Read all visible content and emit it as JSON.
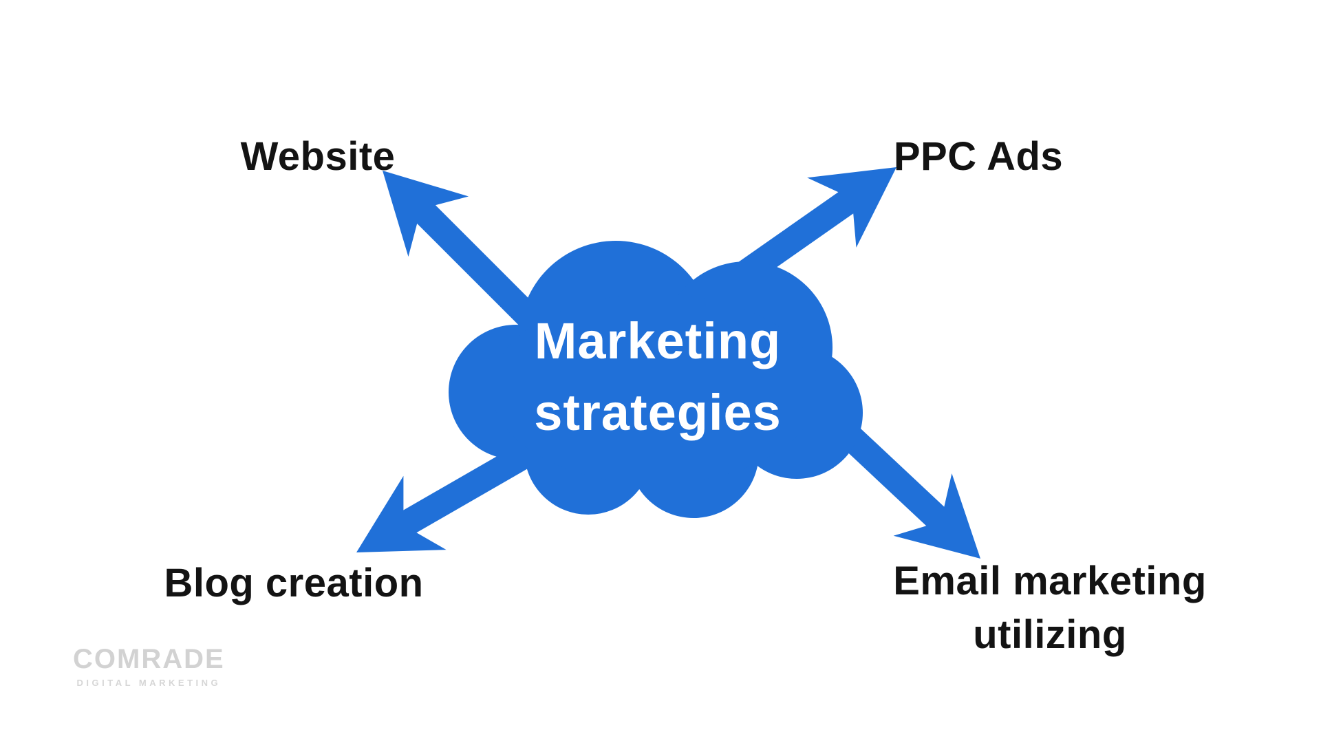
{
  "colors": {
    "accent_blue": "#2070D8",
    "label_text": "#131313",
    "cloud_text": "#FFFFFF",
    "logo_gray": "#D2D2D2",
    "background": "#FFFFFF"
  },
  "center": {
    "line1": "Marketing",
    "line2": "strategies"
  },
  "nodes": [
    {
      "id": "website",
      "label": "Website",
      "position": "top-left"
    },
    {
      "id": "ppc-ads",
      "label": "PPC Ads",
      "position": "top-right"
    },
    {
      "id": "blog-creation",
      "label": "Blog creation",
      "position": "bottom-left"
    },
    {
      "id": "email-marketing",
      "label": "Email marketing",
      "label_line2": "utilizing",
      "position": "bottom-right"
    }
  ],
  "logo": {
    "wordmark": "COMRADE",
    "tagline": "DIGITAL MARKETING"
  }
}
